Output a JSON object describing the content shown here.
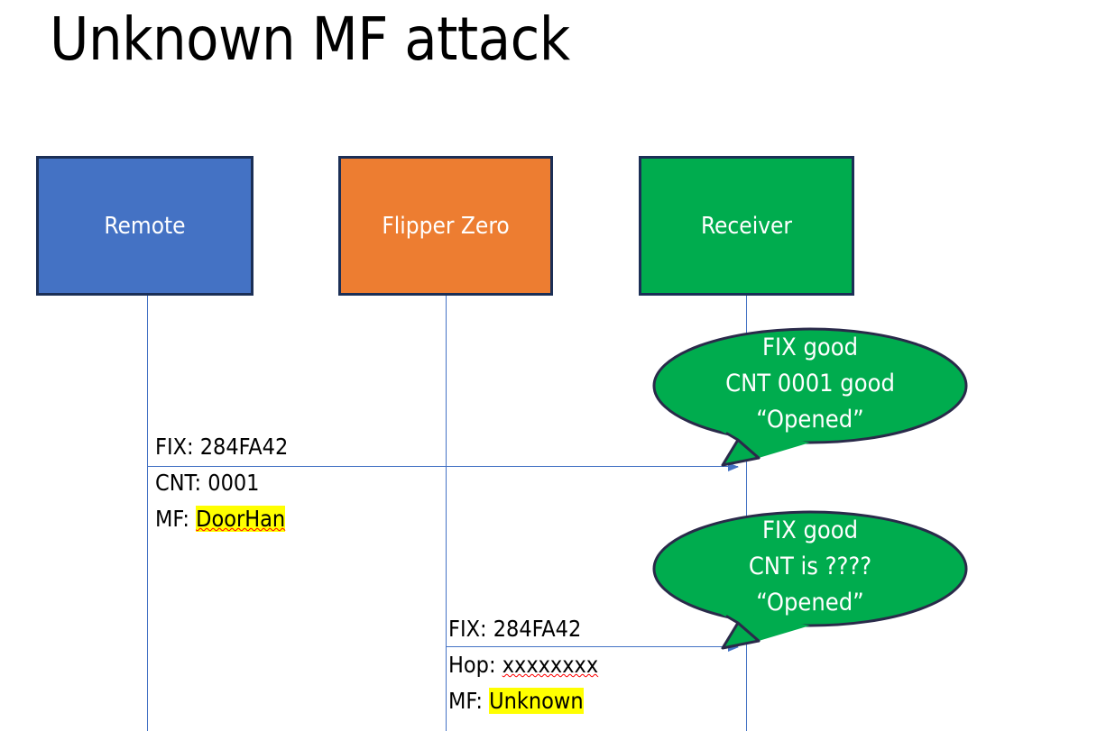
{
  "slide": {
    "title": "Unknown MF attack",
    "background": "#ffffff"
  },
  "colors": {
    "remote": "#4472c4",
    "flipper": "#ed7d31",
    "receiver": "#00ac4e",
    "box_border": "#1b2f56",
    "lifeline": "#4472c4",
    "arrow": "#4472c4",
    "bubble_fill": "#00ac4e",
    "bubble_stroke": "#2a2a4a",
    "highlight": "#ffff00",
    "spellcheck_underline": "#ff0000",
    "text": "#000000",
    "box_text": "#ffffff"
  },
  "actors": [
    {
      "id": "remote",
      "label": "Remote"
    },
    {
      "id": "flipper",
      "label": "Flipper Zero"
    },
    {
      "id": "receiver",
      "label": "Receiver"
    }
  ],
  "messages": [
    {
      "id": "msg-1",
      "from": "remote",
      "to": "receiver",
      "lines": [
        {
          "label": "FIX:",
          "value": "284FA42",
          "highlight": false,
          "misspelled": false
        },
        {
          "label": "CNT:",
          "value": "0001",
          "highlight": false,
          "misspelled": false
        },
        {
          "label": "MF:",
          "value": "DoorHan",
          "highlight": true,
          "misspelled": true
        }
      ]
    },
    {
      "id": "msg-2",
      "from": "flipper",
      "to": "receiver",
      "lines": [
        {
          "label": "FIX:",
          "value": "284FA42",
          "highlight": false,
          "misspelled": false
        },
        {
          "label": "Hop:",
          "value": "xxxxxxxx",
          "highlight": false,
          "misspelled": true
        },
        {
          "label": "MF:",
          "value": "Unknown",
          "highlight": true,
          "misspelled": false
        }
      ]
    }
  ],
  "bubbles": [
    {
      "id": "bubble-1",
      "line1": "FIX good",
      "line2": "CNT 0001 good",
      "line3": "“Opened”"
    },
    {
      "id": "bubble-2",
      "line1": "FIX good",
      "line2": "CNT is ????",
      "line3": "“Opened”"
    }
  ]
}
